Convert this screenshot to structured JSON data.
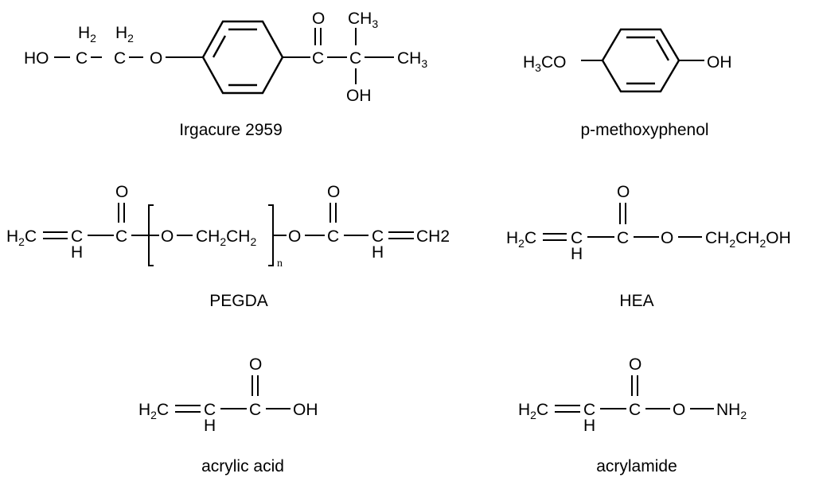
{
  "molecules": {
    "irgacure": {
      "name": "Irgacure 2959",
      "atoms": {
        "ho": "HO",
        "h2a": "H",
        "two_a": "2",
        "c1": "C",
        "h2b": "H",
        "two_b": "2",
        "c2": "C",
        "o1": "O",
        "c_carbonyl": "C",
        "o_carbonyl": "O",
        "c_quat": "C",
        "ch3_top": "CH",
        "three_top": "3",
        "ch3_right": "CH",
        "three_right": "3",
        "oh": "OH"
      }
    },
    "methoxyphenol": {
      "name": "p-methoxyphenol",
      "atoms": {
        "h3": "H",
        "three": "3",
        "co": "CO",
        "oh": "OH"
      }
    },
    "pegda": {
      "name": "PEGDA",
      "atoms": {
        "h2c": "H",
        "two_h2c": "2",
        "c_h2c": "C",
        "ch_c": "C",
        "ch_h": "H",
        "c_carbonyl1": "C",
        "o_carbonyl1": "O",
        "o_inner": "O",
        "ch2_1": "CH",
        "two_1": "2",
        "ch2_2": "CH",
        "two_2": "2",
        "n": "n",
        "o_right": "O",
        "c_carbonyl2": "C",
        "o_carbonyl2": "O",
        "ch_c2": "C",
        "ch_h2": "H",
        "ch2_end": "CH2"
      }
    },
    "hea": {
      "name": "HEA",
      "atoms": {
        "h2c": "H",
        "two_h2c": "2",
        "c_h2c": "C",
        "ch_c": "C",
        "ch_h": "H",
        "c_carbonyl": "C",
        "o_carbonyl": "O",
        "o_ester": "O",
        "ch2_1": "CH",
        "two_1": "2",
        "ch2_2": "CH",
        "two_2": "2",
        "oh": "OH"
      }
    },
    "acrylic_acid": {
      "name": "acrylic acid",
      "atoms": {
        "h2c": "H",
        "two_h2c": "2",
        "c_h2c": "C",
        "ch_c": "C",
        "ch_h": "H",
        "c_carbonyl": "C",
        "o_carbonyl": "O",
        "oh": "OH"
      }
    },
    "acrylamide": {
      "name": "acrylamide",
      "atoms": {
        "h2c": "H",
        "two_h2c": "2",
        "c_h2c": "C",
        "ch_c": "C",
        "ch_h": "H",
        "c_carbonyl": "C",
        "o_carbonyl": "O",
        "o_n": "O",
        "nh": "NH",
        "two_nh": "2"
      }
    }
  }
}
